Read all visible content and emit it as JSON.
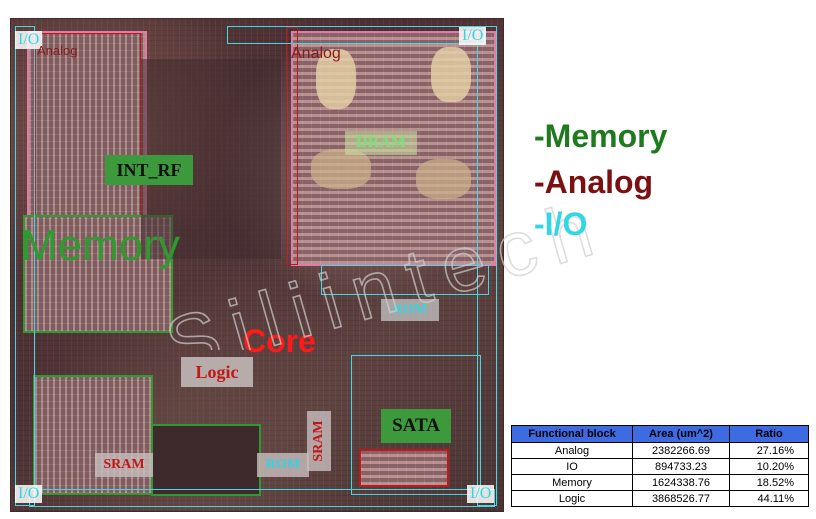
{
  "labels": {
    "analog_top_left": "Analog",
    "analog_top": "Analog",
    "int_rf": "INT_RF",
    "dram": "DRAM",
    "memory": "Memory",
    "rom_mid": "ROM",
    "core": "Core",
    "logic": "Logic",
    "sram_vertical": "SRAM",
    "sata": "SATA",
    "sram_bottom": "SRAM",
    "rom_bottom": "ROM",
    "io_top_left": "I/O",
    "io_top_right": "I/O",
    "io_bottom_left": "I/O",
    "io_bottom_right": "I/O"
  },
  "legend": [
    {
      "text": "-Memory",
      "color": "#1f7a1f"
    },
    {
      "text": "-Analog",
      "color": "#7a1010"
    },
    {
      "text": "-I/O",
      "color": "#33d6e6"
    }
  ],
  "watermark": "Siliintech",
  "table": {
    "headers": [
      "Functional block",
      "Area (um^2)",
      "Ratio"
    ],
    "rows": [
      [
        "Analog",
        "2382266.69",
        "27.16%"
      ],
      [
        "IO",
        "894733.23",
        "10.20%"
      ],
      [
        "Memory",
        "1624338.76",
        "18.52%"
      ],
      [
        "Logic",
        "3868526.77",
        "44.11%"
      ]
    ]
  },
  "colors": {
    "memory": "#2f9a2f",
    "analog": "#c01818",
    "io": "#41d9e6",
    "core": "#ff1a1a",
    "table_header": "#3d6be2"
  }
}
